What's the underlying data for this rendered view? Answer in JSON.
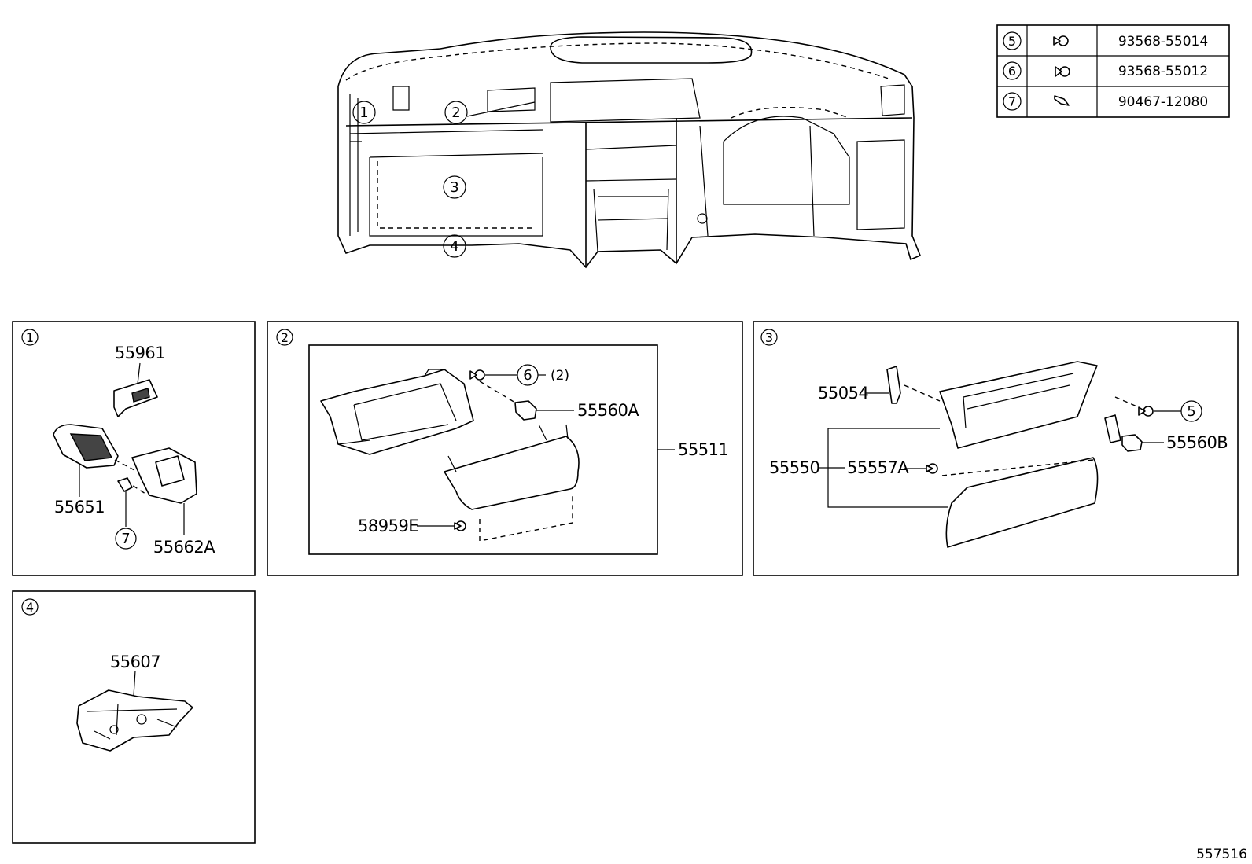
{
  "fastener_table": [
    {
      "ref": "5",
      "part_no": "93568-55014",
      "icon": "screw-icon"
    },
    {
      "ref": "6",
      "part_no": "93568-55012",
      "icon": "screw-icon"
    },
    {
      "ref": "7",
      "part_no": "90467-12080",
      "icon": "clip-icon"
    }
  ],
  "overview_callouts": [
    "1",
    "2",
    "3",
    "4"
  ],
  "panel1": {
    "ref": "1",
    "labels": {
      "p55961": "55961",
      "p55651": "55651",
      "p55662a": "55662A",
      "c7": "7"
    }
  },
  "panel2": {
    "ref": "2",
    "labels": {
      "c6": "6",
      "qty": "(2)",
      "p55560a": "55560A",
      "p55511": "55511",
      "p58959e": "58959E"
    }
  },
  "panel3": {
    "ref": "3",
    "labels": {
      "p55054": "55054",
      "c5": "5",
      "p55560b": "55560B",
      "p55550": "55550",
      "p55557a": "55557A"
    }
  },
  "panel4": {
    "ref": "4",
    "labels": {
      "p55607": "55607"
    }
  },
  "diagram_id": "557516"
}
